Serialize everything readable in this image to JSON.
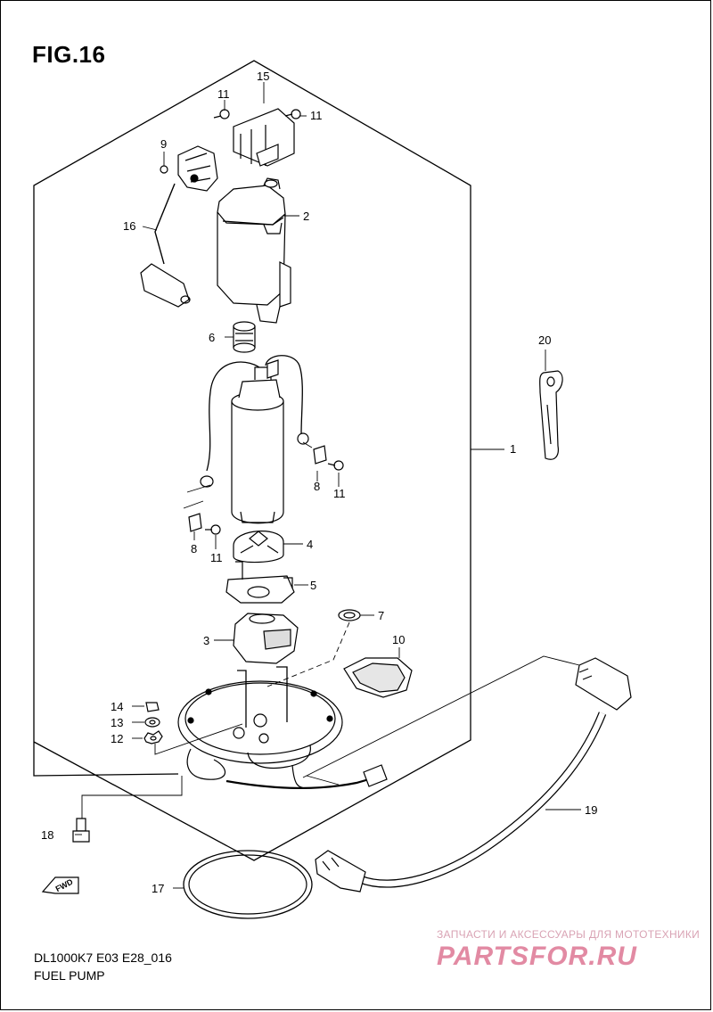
{
  "figure": {
    "title": "FIG.16",
    "model_code": "DL1000K7 E03 E28_016",
    "name": "FUEL PUMP"
  },
  "callouts": {
    "c1": "1",
    "c2": "2",
    "c3": "3",
    "c4": "4",
    "c5": "5",
    "c6": "6",
    "c7": "7",
    "c8a": "8",
    "c8b": "8",
    "c9": "9",
    "c10": "10",
    "c11a": "11",
    "c11b": "11",
    "c11c": "11",
    "c11d": "11",
    "c12": "12",
    "c13": "13",
    "c14": "14",
    "c15": "15",
    "c16": "16",
    "c17": "17",
    "c18": "18",
    "c19": "19",
    "c20": "20"
  },
  "fwd_label": "FWD",
  "watermark": {
    "subtitle": "ЗАПЧАСТИ И АКСЕССУАРЫ ДЛЯ МОТОТЕХНИКИ",
    "brand": "PARTSFOR.RU"
  }
}
